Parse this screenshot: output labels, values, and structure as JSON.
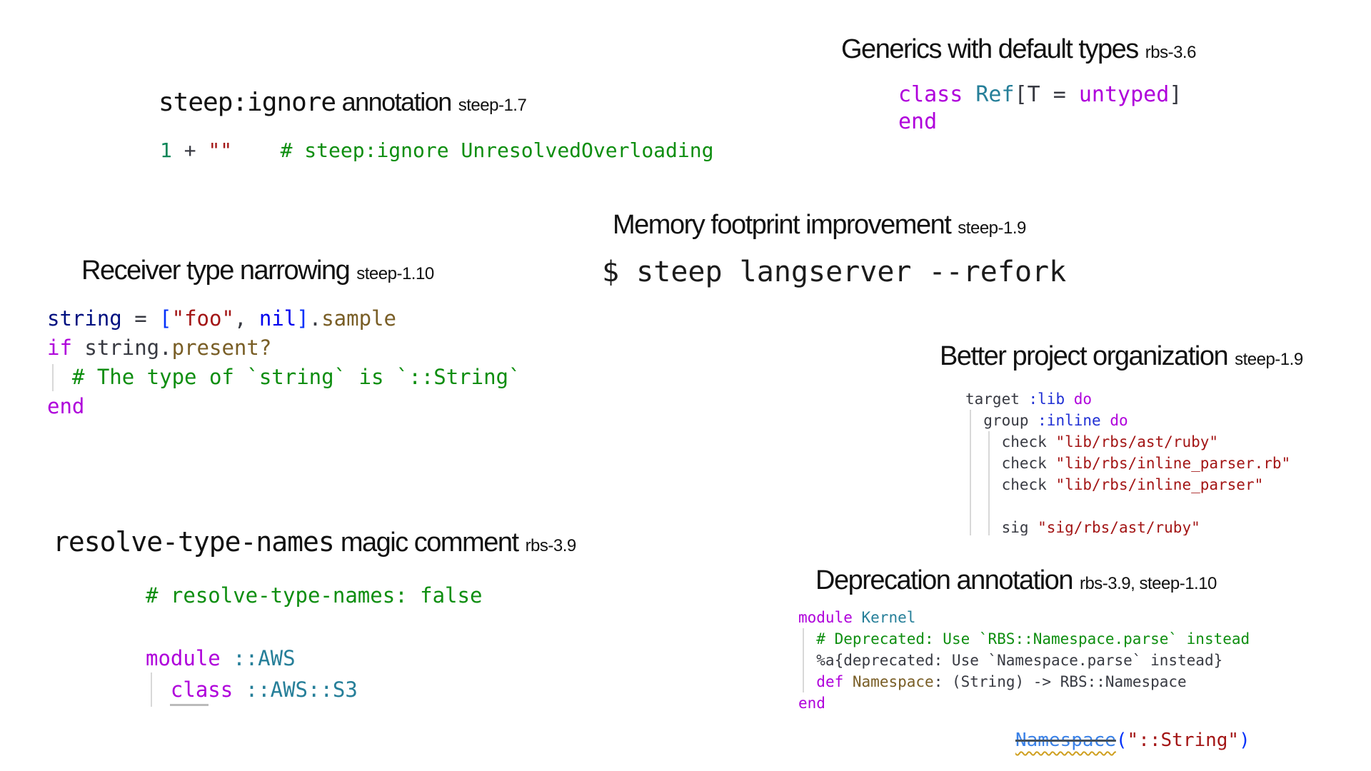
{
  "colors": {
    "background": "#ffffff",
    "title_text": "#111111",
    "keyword": "#af00db",
    "type_name": "#267f99",
    "string": "#a31515",
    "comment": "#0e8e10",
    "number": "#098658",
    "variable": "#001080",
    "nil_keyword": "#0000ee",
    "method": "#795e26",
    "symbol": "#1f2fd4",
    "plain_code": "#383a42",
    "bracket": "#0431fa",
    "deprecated_name": "#3b82e8",
    "deprecation_wavy_underline": "#cfa021",
    "strikethrough": "#44505c",
    "indent_guide": "#d8d8d8",
    "underline_segment": "#bbbbbb"
  },
  "sections": {
    "steep_ignore": {
      "title_mono": "steep:ignore",
      "title_text": " annotation",
      "version": "steep-1.7",
      "code": [
        [
          {
            "t": "1",
            "c": "nu"
          },
          {
            "t": " + ",
            "c": "pl"
          },
          {
            "t": "\"\"",
            "c": "st"
          },
          {
            "t": "    ",
            "c": "pl"
          },
          {
            "t": "# steep:ignore UnresolvedOverloading",
            "c": "cm"
          }
        ]
      ]
    },
    "generics": {
      "title_text": "Generics with default types",
      "version": "rbs-3.6",
      "code": [
        [
          {
            "t": "class",
            "c": "kw"
          },
          {
            "t": " ",
            "c": "pl"
          },
          {
            "t": "Ref",
            "c": "ty"
          },
          {
            "t": "[T = ",
            "c": "pl"
          },
          {
            "t": "untyped",
            "c": "kw"
          },
          {
            "t": "]",
            "c": "pl"
          }
        ],
        [
          {
            "t": "end",
            "c": "kw"
          }
        ]
      ]
    },
    "memory": {
      "title_text": "Memory footprint improvement",
      "version": "steep-1.9",
      "command": [
        [
          {
            "t": "$ steep langserver --refork",
            "c": "tx"
          }
        ]
      ]
    },
    "receiver": {
      "title_text": "Receiver type narrowing",
      "version": "steep-1.10",
      "code": [
        [
          {
            "t": "string",
            "c": "va"
          },
          {
            "t": " = ",
            "c": "pl"
          },
          {
            "t": "[",
            "c": "br"
          },
          {
            "t": "\"foo\"",
            "c": "st"
          },
          {
            "t": ", ",
            "c": "pl"
          },
          {
            "t": "nil",
            "c": "bl"
          },
          {
            "t": "]",
            "c": "br"
          },
          {
            "t": ".",
            "c": "pl"
          },
          {
            "t": "sample",
            "c": "me"
          }
        ],
        [
          {
            "t": "if",
            "c": "kw"
          },
          {
            "t": " string.",
            "c": "pl"
          },
          {
            "t": "present?",
            "c": "me"
          }
        ],
        [
          {
            "t": "  ",
            "c": "pl"
          },
          {
            "t": "# The type of `string` is `::String`",
            "c": "cm"
          }
        ],
        [
          {
            "t": "end",
            "c": "kw"
          }
        ]
      ]
    },
    "better": {
      "title_text": "Better project organization",
      "version": "steep-1.9",
      "code": [
        [
          {
            "t": "target ",
            "c": "pl"
          },
          {
            "t": ":lib",
            "c": "sy"
          },
          {
            "t": " ",
            "c": "pl"
          },
          {
            "t": "do",
            "c": "kw"
          }
        ],
        [
          {
            "t": "  group ",
            "c": "pl"
          },
          {
            "t": ":inline",
            "c": "sy"
          },
          {
            "t": " ",
            "c": "pl"
          },
          {
            "t": "do",
            "c": "kw"
          }
        ],
        [
          {
            "t": "    check ",
            "c": "pl"
          },
          {
            "t": "\"lib/rbs/ast/ruby\"",
            "c": "st"
          }
        ],
        [
          {
            "t": "    check ",
            "c": "pl"
          },
          {
            "t": "\"lib/rbs/inline_parser.rb\"",
            "c": "st"
          }
        ],
        [
          {
            "t": "    check ",
            "c": "pl"
          },
          {
            "t": "\"lib/rbs/inline_parser\"",
            "c": "st"
          }
        ],
        [
          {
            "t": "",
            "c": "pl"
          }
        ],
        [
          {
            "t": "    sig ",
            "c": "pl"
          },
          {
            "t": "\"sig/rbs/ast/ruby\"",
            "c": "st"
          }
        ]
      ]
    },
    "resolve": {
      "title_mono": "resolve-type-names",
      "title_text": " magic comment",
      "version": "rbs-3.9",
      "code": [
        [
          {
            "t": "# resolve-type-names: false",
            "c": "cm"
          }
        ],
        [
          {
            "t": "",
            "c": "pl"
          }
        ],
        [
          {
            "t": "module",
            "c": "kw"
          },
          {
            "t": " ",
            "c": "pl"
          },
          {
            "t": "::AWS",
            "c": "ty"
          }
        ],
        [
          {
            "t": "  ",
            "c": "pl"
          },
          {
            "t": "class",
            "c": "kw"
          },
          {
            "t": " ",
            "c": "pl"
          },
          {
            "t": "::AWS::S3",
            "c": "ty"
          }
        ]
      ]
    },
    "deprecation": {
      "title_text": "Deprecation annotation",
      "version": "rbs-3.9, steep-1.10",
      "code": [
        [
          {
            "t": "module",
            "c": "kw"
          },
          {
            "t": " ",
            "c": "pl"
          },
          {
            "t": "Kernel",
            "c": "ty"
          }
        ],
        [
          {
            "t": "  ",
            "c": "pl"
          },
          {
            "t": "# Deprecated: Use `RBS::Namespace.parse` instead",
            "c": "cm"
          }
        ],
        [
          {
            "t": "  %a{deprecated: Use `Namespace.parse` instead}",
            "c": "pl"
          }
        ],
        [
          {
            "t": "  ",
            "c": "pl"
          },
          {
            "t": "def",
            "c": "kw"
          },
          {
            "t": " ",
            "c": "pl"
          },
          {
            "t": "Namespace",
            "c": "me"
          },
          {
            "t": ": (String) -> RBS::Namespace",
            "c": "pl"
          }
        ],
        [
          {
            "t": "end",
            "c": "kw"
          }
        ]
      ],
      "call": [
        [
          {
            "t": "Namespace",
            "c": "dep"
          },
          {
            "t": "(",
            "c": "br"
          },
          {
            "t": "\"::String\"",
            "c": "st"
          },
          {
            "t": ")",
            "c": "br"
          }
        ]
      ]
    }
  }
}
